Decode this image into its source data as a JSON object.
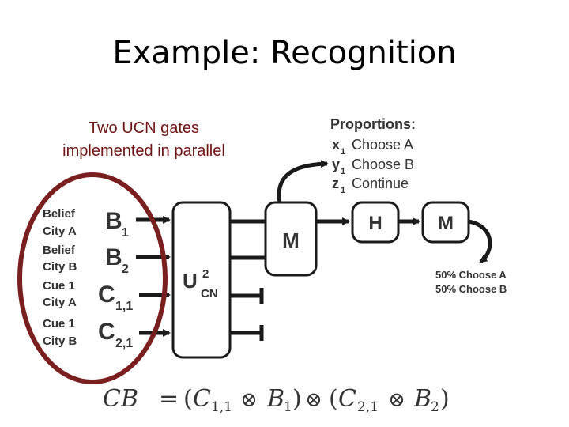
{
  "title": "Example: Recognition",
  "caption": {
    "line1": "Two UCN gates",
    "line2": "implemented in parallel"
  },
  "proportions": {
    "heading": "Proportions:",
    "items": [
      {
        "var": "x",
        "sub": "1",
        "text": "Choose A"
      },
      {
        "var": "y",
        "sub": "1",
        "text": "Choose B"
      },
      {
        "var": "z",
        "sub": "1",
        "text": "Continue"
      }
    ]
  },
  "inputs": [
    {
      "label1": "Belief",
      "label2": "City A",
      "symbol": "B",
      "sub": "1"
    },
    {
      "label1": "Belief",
      "label2": "City B",
      "symbol": "B",
      "sub": "2"
    },
    {
      "label1": "Cue 1",
      "label2": "City A",
      "symbol": "C",
      "sub": "1,1"
    },
    {
      "label1": "Cue 1",
      "label2": "City B",
      "symbol": "C",
      "sub": "2,1"
    }
  ],
  "gate": {
    "symbol": "U",
    "sup": "2",
    "sub": "CN"
  },
  "measure1": {
    "label": "M"
  },
  "hadamard": {
    "label": "H"
  },
  "measure2": {
    "label": "M"
  },
  "outcome": {
    "line1": "50% Choose A",
    "line2": "50% Choose B"
  },
  "equation": {
    "lhs": "CB",
    "eq": "=",
    "lp1": "(",
    "c11": "C",
    "c11_sub": "1,1",
    "otimes1": "⊗",
    "b1": "B",
    "b1_sub": "1",
    "rp1": ")",
    "otimes2": "⊗",
    "lp2": "(",
    "c21": "C",
    "c21_sub": "2,1",
    "otimes3": "⊗",
    "b2": "B",
    "b2_sub": "2",
    "rp2": ")"
  },
  "colors": {
    "ellipse": "#7a1f1f",
    "caption": "#6e1414",
    "stroke": "#1a1a1a",
    "text": "#333333"
  }
}
